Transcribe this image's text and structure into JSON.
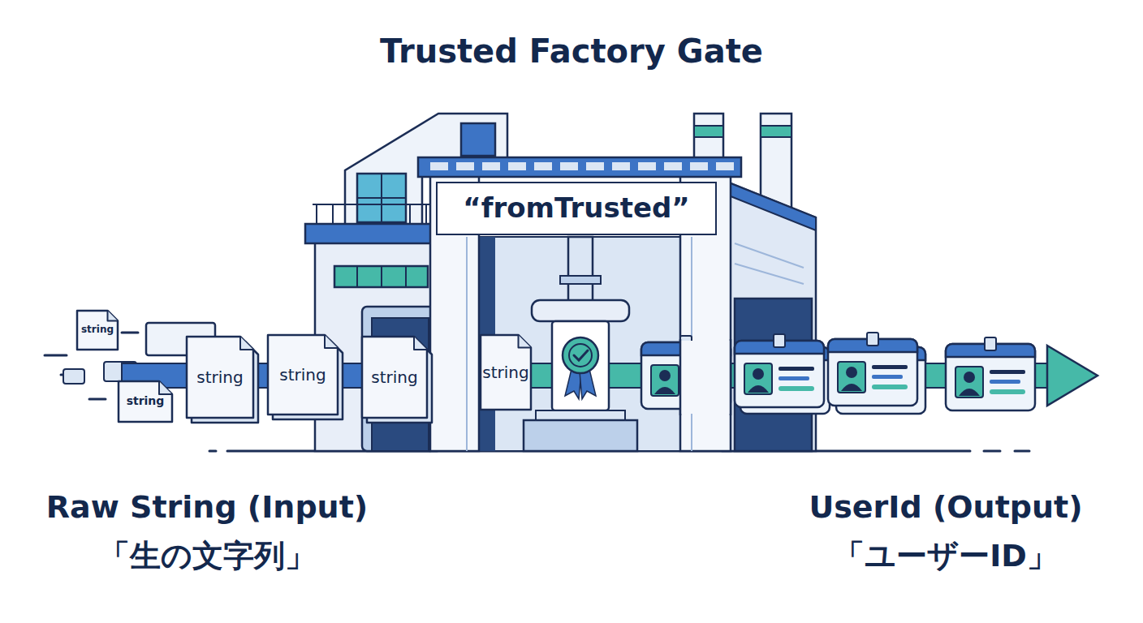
{
  "diagram": {
    "title": "Trusted Factory Gate",
    "nodes": [
      {
        "text": [
          "“fromTrusted”"
        ]
      },
      {
        "text": [
          "string"
        ]
      },
      {
        "text": [
          "string"
        ]
      },
      {
        "text": [
          "string"
        ]
      },
      {
        "text": [
          "string"
        ]
      },
      {
        "text": [
          "string"
        ]
      },
      {
        "text": [
          "string"
        ]
      }
    ],
    "labels": [
      "Raw String (Input)",
      "「生の文字列」",
      "UserId (Output)",
      "「ユーザーID」"
    ]
  }
}
